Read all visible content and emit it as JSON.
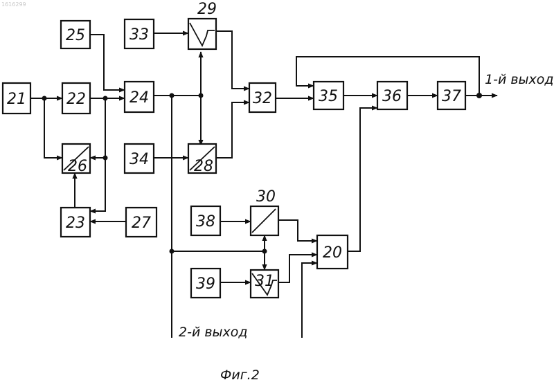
{
  "doc_id": "1616299",
  "blocks": {
    "b21": "21",
    "b22": "22",
    "b23": "23",
    "b24": "24",
    "b25": "25",
    "b26": "26",
    "b27": "27",
    "b28": "28",
    "b29": "29",
    "b30": "30",
    "b31": "31",
    "b32": "32",
    "b33": "33",
    "b34": "34",
    "b35": "35",
    "b36": "36",
    "b37": "37",
    "b38": "38",
    "b39": "39",
    "b20": "20"
  },
  "outputs": {
    "first": "1-й выход",
    "second": "2-й выход"
  },
  "caption": "Фиг.2"
}
